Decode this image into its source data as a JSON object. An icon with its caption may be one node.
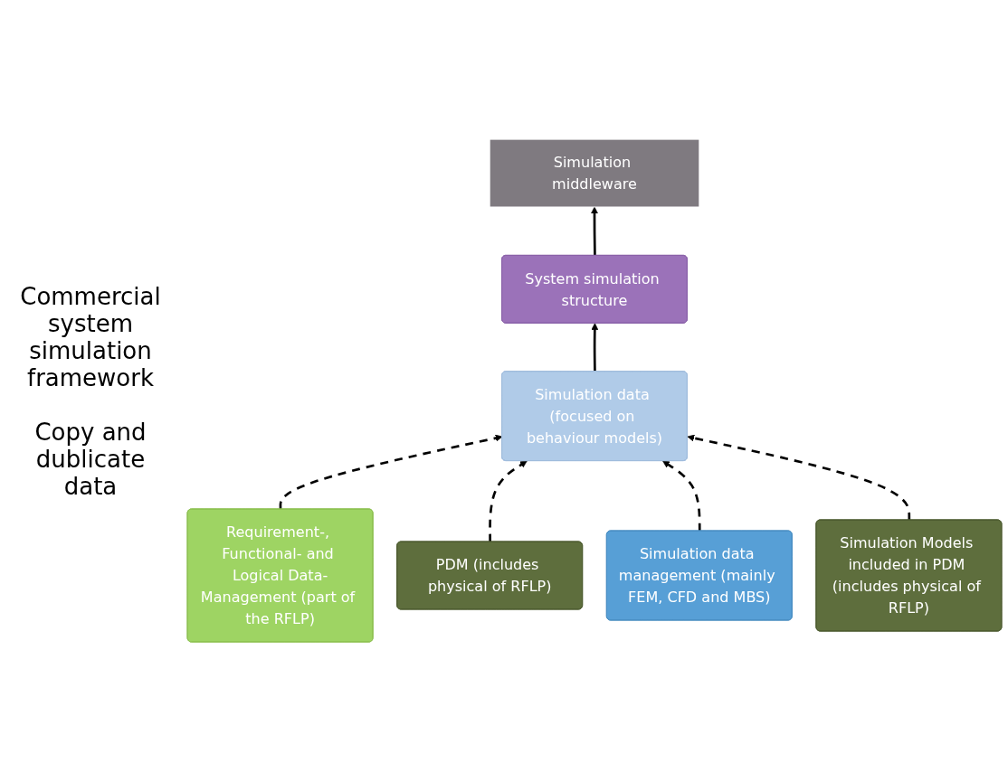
{
  "diagram": {
    "nodes": [
      {
        "text": [
          "System simulation structure"
        ]
      },
      {
        "text": [
          "Simulation middleware"
        ]
      },
      {
        "text": [
          "Simulation data (focused on behaviour models)"
        ]
      },
      {
        "text": [
          "Requirement-, Functional- and Logical Data-Management (part of the RFLP)"
        ]
      },
      {
        "text": [
          "PDM (includes physical of RFLP)"
        ]
      },
      {
        "text": [
          "Simulation data management (mainly FEM, CFD and MBS)"
        ]
      },
      {
        "text": [
          "Simulation Models included in PDM (includes physical of RFLP)"
        ]
      }
    ],
    "edges": [
      {
        "from": 0,
        "to": 1,
        "arrow": "to"
      },
      {
        "from": 2,
        "to": 0,
        "arrow": "to"
      },
      {
        "from": 3,
        "to": 2,
        "arrow": "to",
        "style": "dashed"
      },
      {
        "from": 4,
        "to": 2,
        "arrow": "to",
        "style": "dashed"
      },
      {
        "from": 5,
        "to": 2,
        "arrow": "to",
        "style": "dashed"
      },
      {
        "from": 6,
        "to": 2,
        "arrow": "to",
        "style": "dashed"
      }
    ],
    "labels": [
      "Commercial system simulation framework",
      "Copy and dublicate data"
    ]
  }
}
